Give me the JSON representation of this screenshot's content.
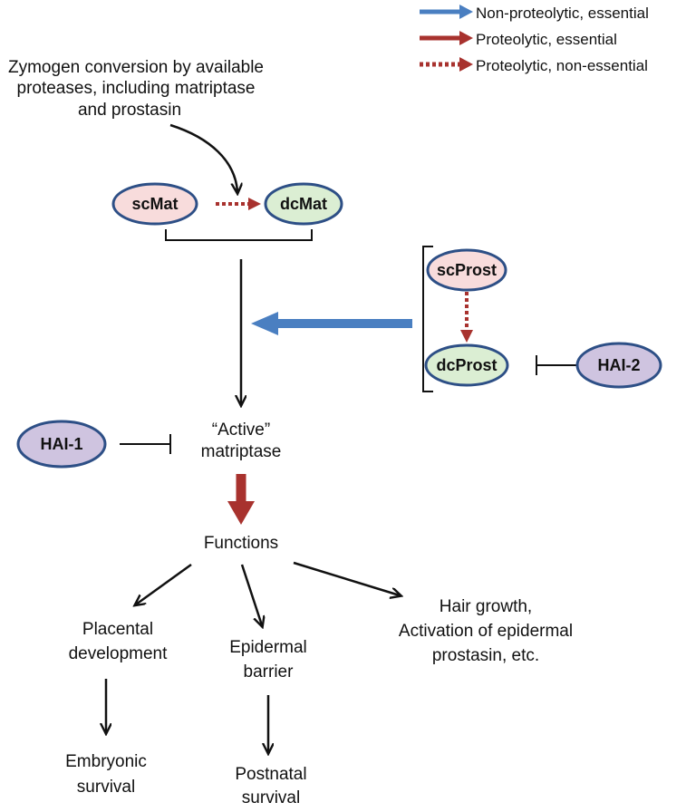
{
  "legend": {
    "items": [
      {
        "label": "Non-proteolytic, essential",
        "color": "#4a7fc1",
        "style": "solid"
      },
      {
        "label": "Proteolytic, essential",
        "color": "#a8322e",
        "style": "solid"
      },
      {
        "label": "Proteolytic, non-essential",
        "color": "#a8322e",
        "style": "dotted"
      }
    ]
  },
  "zymogen_note": {
    "line1": "Zymogen conversion by available",
    "line2": "proteases, including matriptase",
    "line3": "and prostasin"
  },
  "nodes": {
    "scmat": "scMat",
    "dcmat": "dcMat",
    "scprost": "scProst",
    "dcprost": "dcProst",
    "hai2": "HAI-2",
    "hai1": "HAI-1"
  },
  "active": {
    "line1": "“Active”",
    "line2": "matriptase"
  },
  "functions": "Functions",
  "outcomes": {
    "placental": {
      "line1": "Placental",
      "line2": "development"
    },
    "epidermal": {
      "line1": "Epidermal",
      "line2": "barrier"
    },
    "hair": {
      "line1": "Hair growth,",
      "line2": "Activation of epidermal",
      "line3": "prostasin, etc."
    },
    "embryonic": {
      "line1": "Embryonic",
      "line2": "survival"
    },
    "postnatal": {
      "line1": "Postnatal",
      "line2": "survival"
    }
  },
  "colors": {
    "pink_fill": "#f8dcdc",
    "green_fill": "#dbeed3",
    "purple_fill": "#cfc4e0",
    "node_border": "#2d4f86",
    "blue_arrow": "#4a7fc1",
    "red_arrow": "#a8322e"
  }
}
